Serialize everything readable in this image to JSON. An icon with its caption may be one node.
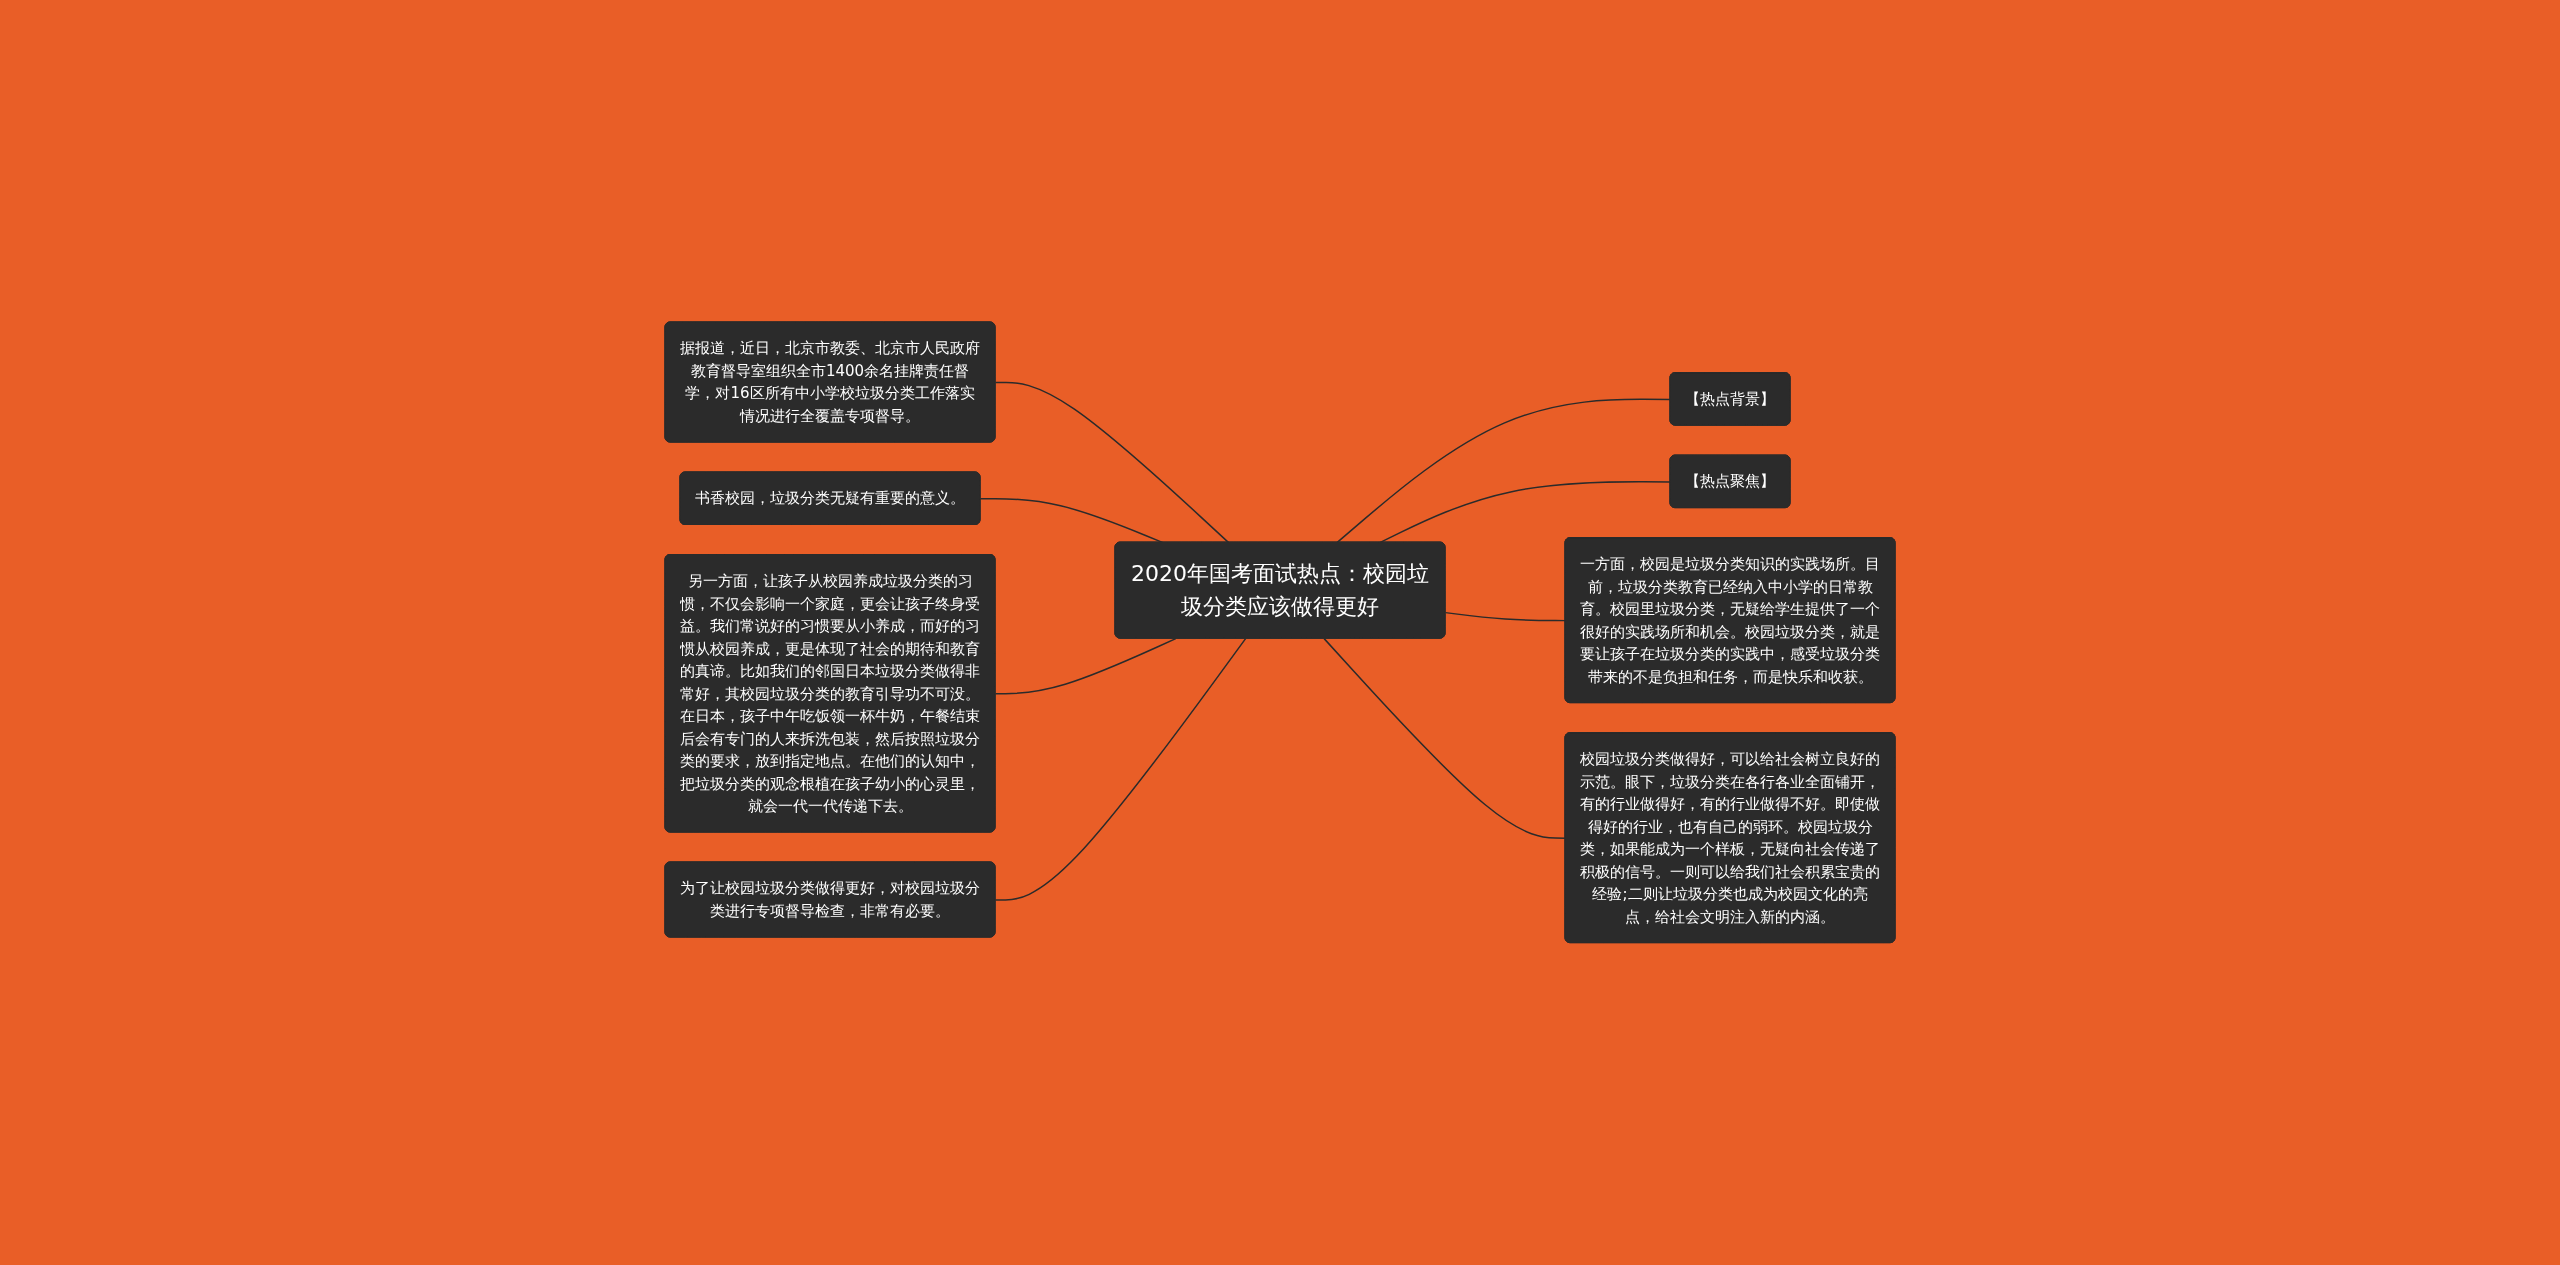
{
  "diagram": {
    "nodes": [
      {
        "text": [
          "2020年国考面试热点：校园垃圾分类应该做得更好"
        ]
      },
      {
        "text": [
          "据报道，近日，北京市教委、北京市人民政府教育督导室组织全市1400余名挂牌责任督学，对16区所有中小学校垃圾分类工作落实情况进行全覆盖专项督导。"
        ]
      },
      {
        "text": [
          "书香校园，垃圾分类无疑有重要的意义。"
        ]
      },
      {
        "text": [
          "另一方面，让孩子从校园养成垃圾分类的习惯，不仅会影响一个家庭，更会让孩子终身受益。我们常说好的习惯要从小养成，而好的习惯从校园养成，更是体现了社会的期待和教育的真谛。比如我们的邻国日本垃圾分类做得非常好，其校园垃圾分类的教育引导功不可没。在日本，孩子中午吃饭领一杯牛奶，午餐结束后会有专门的人来拆洗包装，然后按照垃圾分类的要求，放到指定地点。在他们的认知中，把垃圾分类的观念根植在孩子幼小的心灵里，就会一代一代传递下去。"
        ]
      },
      {
        "text": [
          "为了让校园垃圾分类做得更好，对校园垃圾分类进行专项督导检查，非常有必要。"
        ]
      },
      {
        "text": [
          "【热点背景】"
        ]
      },
      {
        "text": [
          "【热点聚焦】"
        ]
      },
      {
        "text": [
          "一方面，校园是垃圾分类知识的实践场所。目前，垃圾分类教育已经纳入中小学的日常教育。校园里垃圾分类，无疑给学生提供了一个很好的实践场所和机会。校园垃圾分类，就是要让孩子在垃圾分类的实践中，感受垃圾分类带来的不是负担和任务，而是快乐和收获。"
        ]
      },
      {
        "text": [
          "校园垃圾分类做得好，可以给社会树立良好的示范。眼下，垃圾分类在各行各业全面铺开，有的行业做得好，有的行业做得不好。即使做得好的行业，也有自己的弱环。校园垃圾分类，如果能成为一个样板，无疑向社会传递了积极的信号。一则可以给我们社会积累宝贵的经验;二则让垃圾分类也成为校园文化的亮点，给社会文明注入新的内涵。"
        ]
      }
    ],
    "edges": [
      {
        "from": 1,
        "to": 0,
        "arrow": "none"
      },
      {
        "from": 2,
        "to": 0,
        "arrow": "none"
      },
      {
        "from": 3,
        "to": 0,
        "arrow": "none"
      },
      {
        "from": 4,
        "to": 0,
        "arrow": "none"
      },
      {
        "from": 0,
        "to": 5,
        "arrow": "none"
      },
      {
        "from": 0,
        "to": 6,
        "arrow": "none"
      },
      {
        "from": 0,
        "to": 7,
        "arrow": "none"
      },
      {
        "from": 0,
        "to": 8,
        "arrow": "none"
      }
    ]
  }
}
